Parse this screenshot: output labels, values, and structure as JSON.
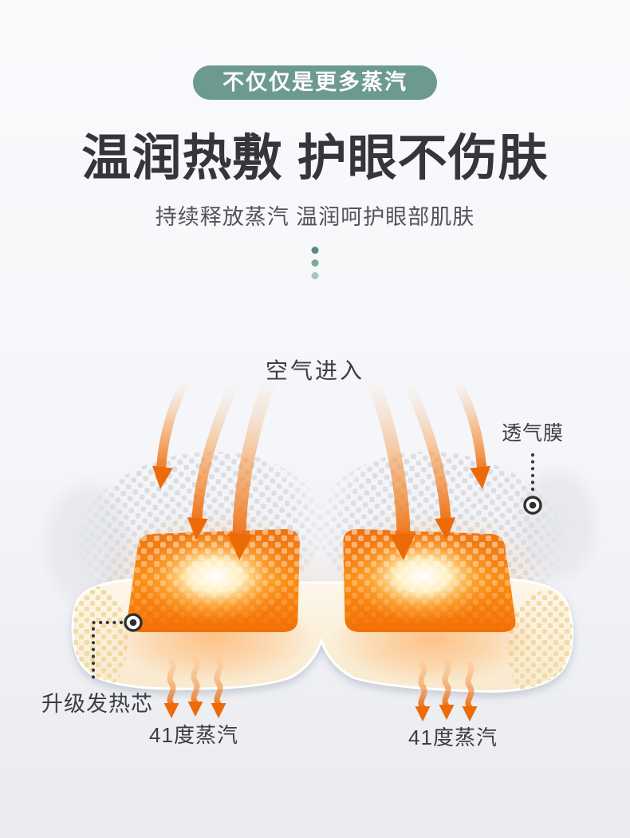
{
  "badge": {
    "label": "不仅仅是更多蒸汽",
    "bg_color": "#6d9a90",
    "text_color": "#ffffff"
  },
  "heading": {
    "title": "温润热敷 护眼不伤肤",
    "subtitle": "持续释放蒸汽 温润呵护眼部肌肤",
    "title_color": "#35353b",
    "subtitle_color": "#54545c"
  },
  "divider": {
    "dot_colors": [
      "#5c8a80",
      "#82a79d",
      "#a8c3bb"
    ]
  },
  "diagram": {
    "air_in_label": "空气进入",
    "membrane_label": "透气膜",
    "heating_core_label": "升级发热芯",
    "steam_temp_left": "41度蒸汽",
    "steam_temp_right": "41度蒸汽",
    "colors": {
      "arrow_orange": "#ed6a08",
      "pad_orange_top": "#ef7212",
      "pad_orange_bottom": "#f26d04",
      "pad_glow_center": "#ffffff",
      "halo_orange": "#ff9534",
      "cream_mask": "#fcf2dc",
      "beige_check": "#f0d9a0",
      "gray_check": "#dadce2",
      "marker_dark": "#303030"
    }
  }
}
